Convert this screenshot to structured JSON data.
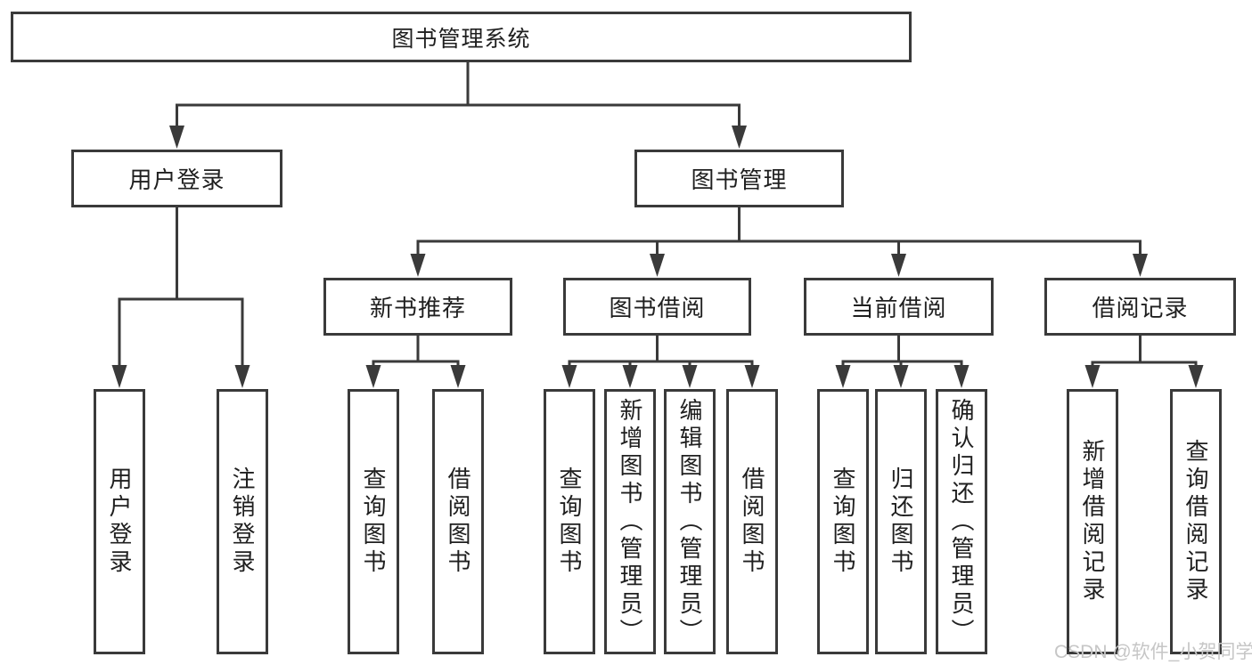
{
  "diagram": {
    "root": {
      "label": "图书管理系统"
    },
    "level2": {
      "user_login": {
        "label": "用户登录"
      },
      "book_mgmt": {
        "label": "图书管理"
      }
    },
    "level3": {
      "new_books": {
        "label": "新书推荐"
      },
      "book_borrow": {
        "label": "图书借阅"
      },
      "current_borrow": {
        "label": "当前借阅"
      },
      "borrow_records": {
        "label": "借阅记录"
      }
    },
    "leaves": {
      "user_login": [
        "用户登录",
        "注销登录"
      ],
      "new_books": [
        "查询图书",
        "借阅图书"
      ],
      "book_borrow": [
        "查询图书",
        "新增图书（管理员）",
        "编辑图书（管理员）",
        "借阅图书"
      ],
      "current_borrow": [
        "查询图书",
        "归还图书",
        "确认归还（管理员）"
      ],
      "borrow_records": [
        "新增借阅记录",
        "查询借阅记录"
      ]
    }
  },
  "watermark": "CSDN @软件_小贺同学",
  "colors": {
    "line": "#3a3a3a",
    "text": "#1f1f1f",
    "watermark": "#c6c6c6",
    "background": "#ffffff"
  }
}
